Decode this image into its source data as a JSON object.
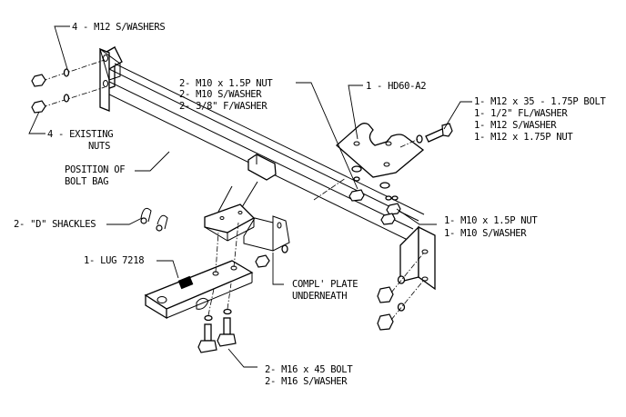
{
  "diagram": {
    "title": "Tow bar assembly exploded view",
    "colors": {
      "line": "#000000",
      "background": "#ffffff"
    },
    "callouts": [
      {
        "id": "m12-swashers",
        "lines": [
          "4 - M12 S/WASHERS"
        ]
      },
      {
        "id": "existing-nuts",
        "lines": [
          "4 - EXISTING",
          "NUTS"
        ]
      },
      {
        "id": "bolt-bag",
        "lines": [
          "POSITION OF",
          "BOLT BAG"
        ]
      },
      {
        "id": "m10-nut-set",
        "lines": [
          "2- M10 x 1.5P NUT",
          "2- M10 S/WASHER",
          "2- 3/8\" F/WASHER"
        ]
      },
      {
        "id": "hd60",
        "lines": [
          "1 - HD60-A2"
        ]
      },
      {
        "id": "m12-bolt-set",
        "lines": [
          "1- M12 x 35 - 1.75P BOLT",
          "1- 1/2\" FL/WASHER",
          "1- M12 S/WASHER",
          "1- M12 x 1.75P NUT"
        ]
      },
      {
        "id": "m10-nut-single",
        "lines": [
          "1- M10 x 1.5P NUT",
          "1- M10 S/WASHER"
        ]
      },
      {
        "id": "shackles",
        "lines": [
          "2- \"D\" SHACKLES"
        ]
      },
      {
        "id": "lug",
        "lines": [
          "1- LUG 7218"
        ]
      },
      {
        "id": "compl-plate",
        "lines": [
          "COMPL' PLATE",
          "UNDERNEATH"
        ]
      },
      {
        "id": "m16-bolt-set",
        "lines": [
          "2- M16 x 45 BOLT",
          "2- M16 S/WASHER"
        ]
      }
    ]
  }
}
